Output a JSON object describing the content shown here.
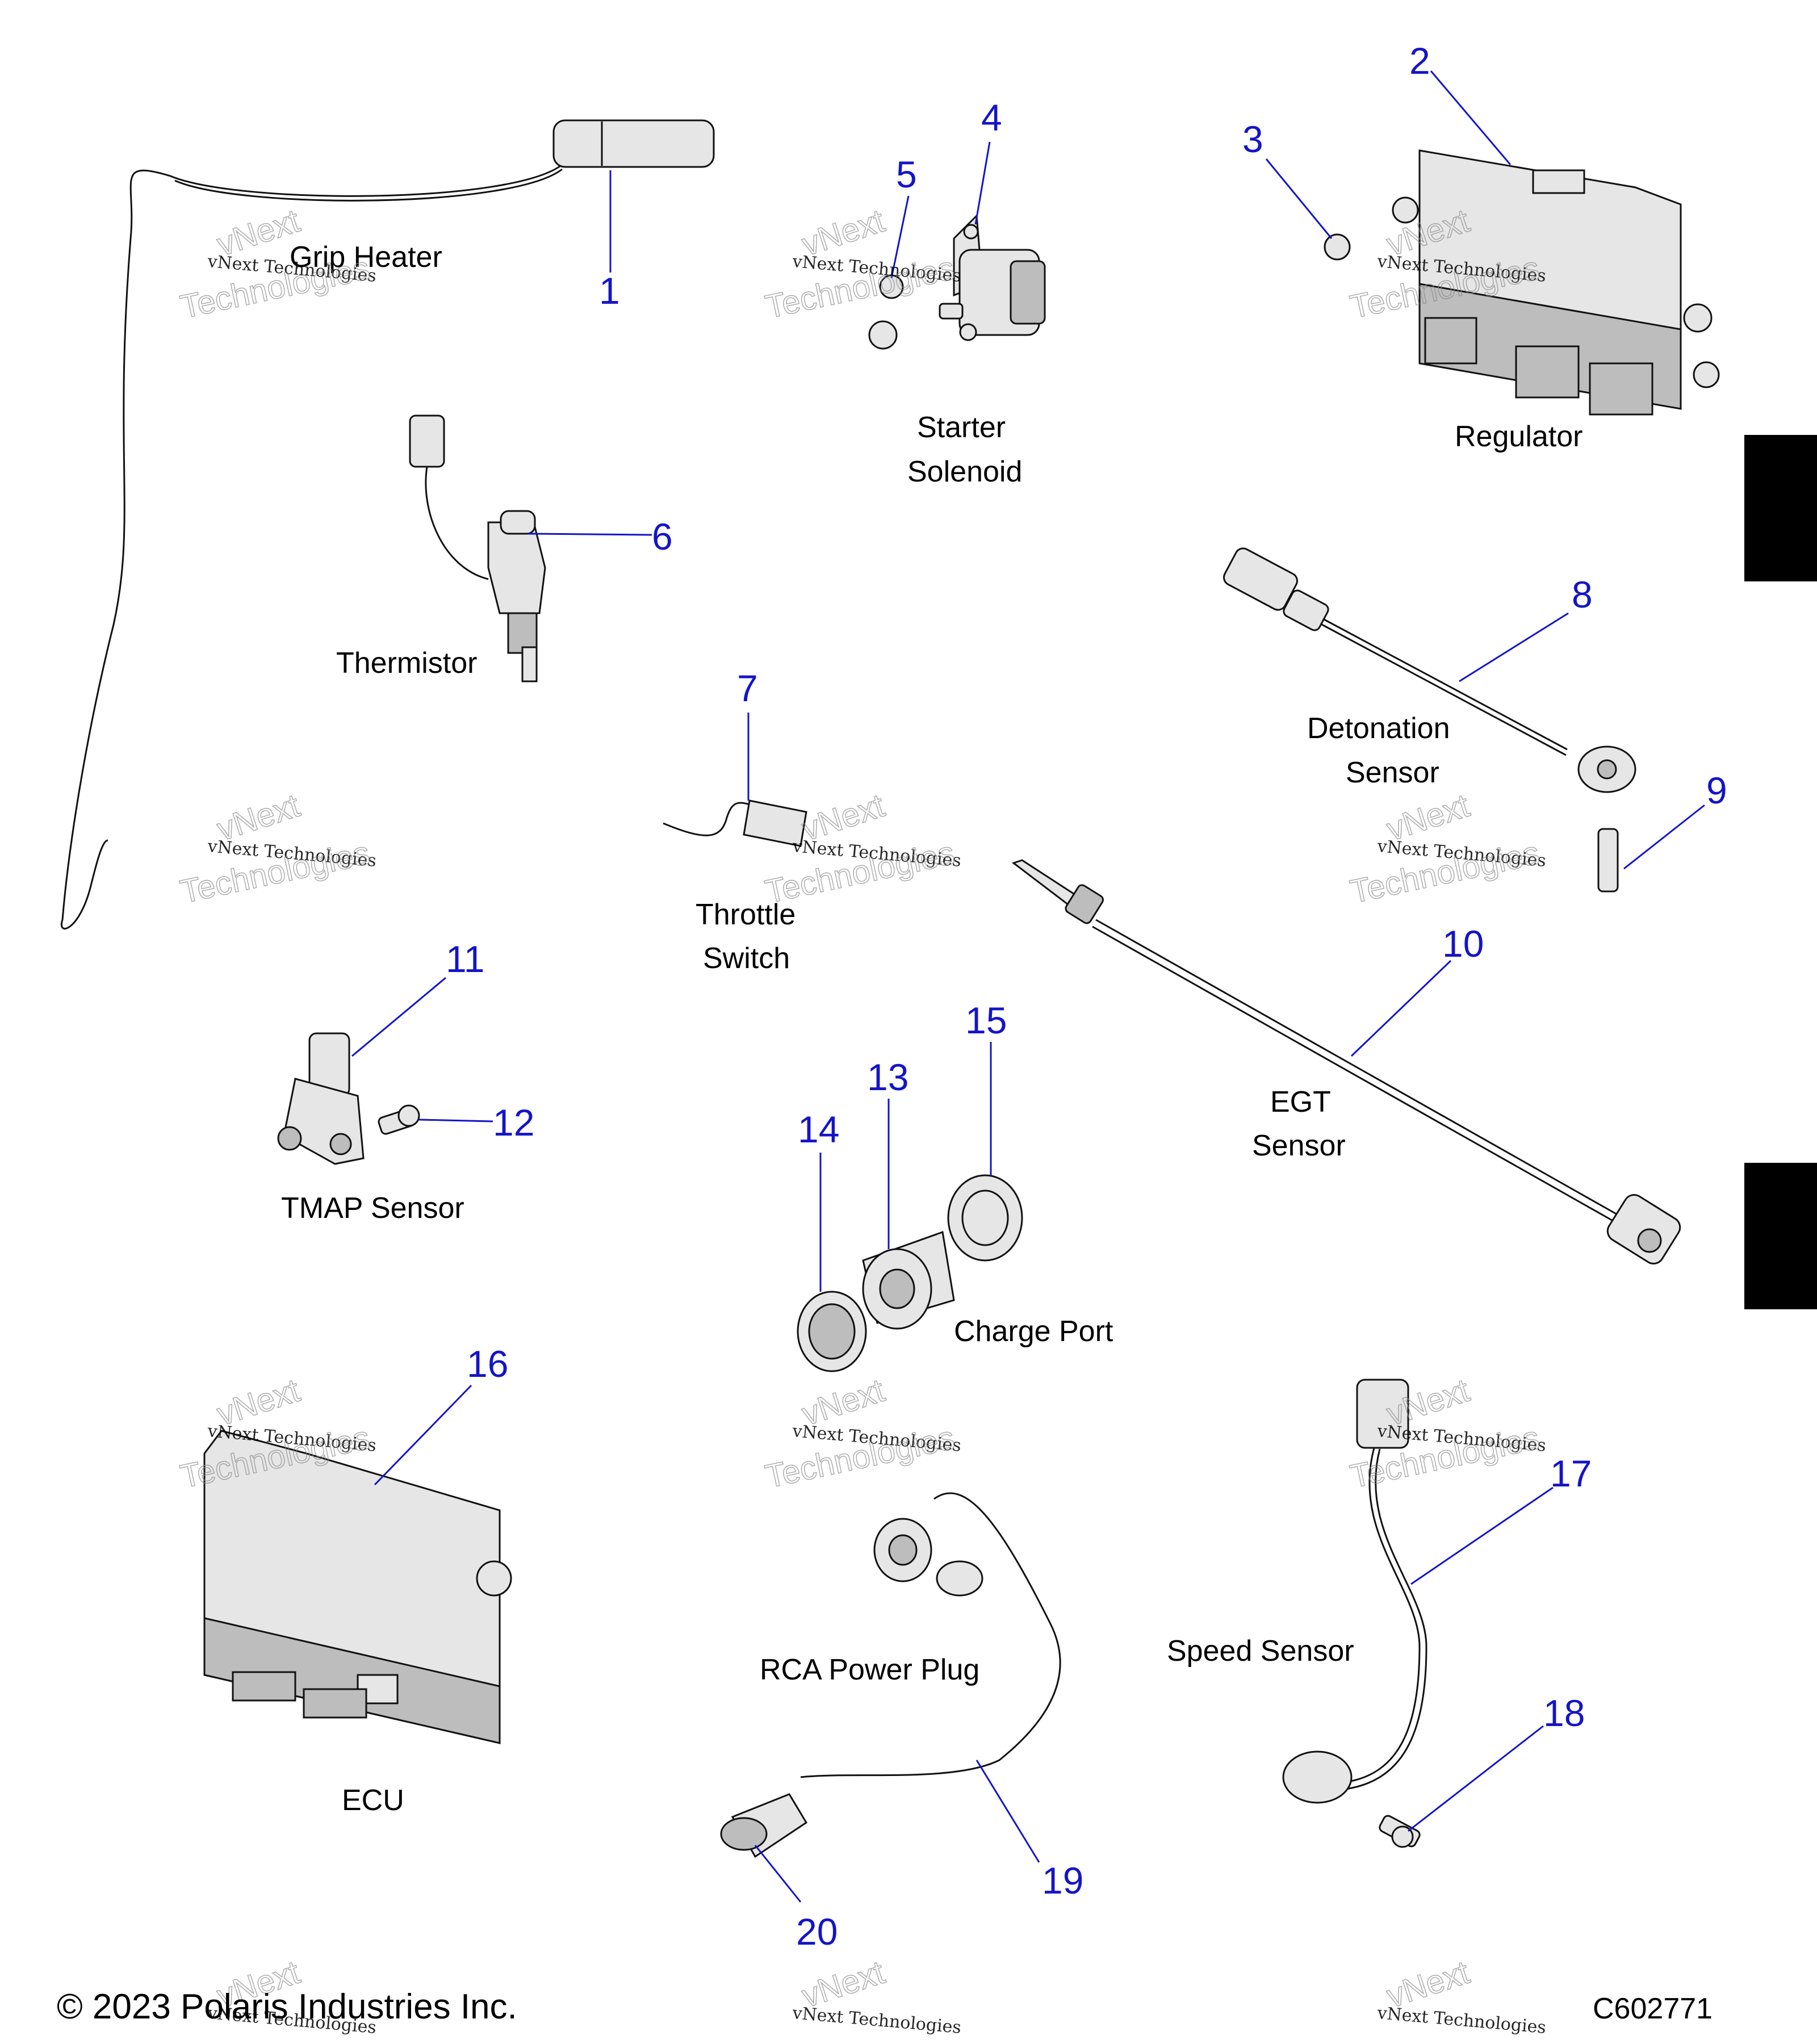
{
  "labels": {
    "grip_heater": "Grip Heater",
    "starter_line1": "Starter",
    "starter_line2": "Solenoid",
    "regulator": "Regulator",
    "thermistor": "Thermistor",
    "detonation_line1": "Detonation",
    "detonation_line2": "Sensor",
    "throttle_line1": "Throttle",
    "throttle_line2": "Switch",
    "egt_line1": "EGT",
    "egt_line2": "Sensor",
    "tmap": "TMAP Sensor",
    "charge_port": "Charge Port",
    "ecu": "ECU",
    "rca": "RCA Power Plug",
    "speed": "Speed Sensor"
  },
  "callouts": [
    "1",
    "2",
    "3",
    "4",
    "5",
    "6",
    "7",
    "8",
    "9",
    "10",
    "11",
    "12",
    "13",
    "14",
    "15",
    "16",
    "17",
    "18",
    "19",
    "20"
  ],
  "watermark": {
    "line_small": "vNext Technologies",
    "word1": "vNext",
    "word2": "Technologies"
  },
  "footer": {
    "copyright": "© 2023 Polaris Industries Inc.",
    "drawing_code": "C602771"
  },
  "colors": {
    "callout": "#1414c8",
    "part_fill": "#e6e6e6",
    "tab": "#000000"
  }
}
